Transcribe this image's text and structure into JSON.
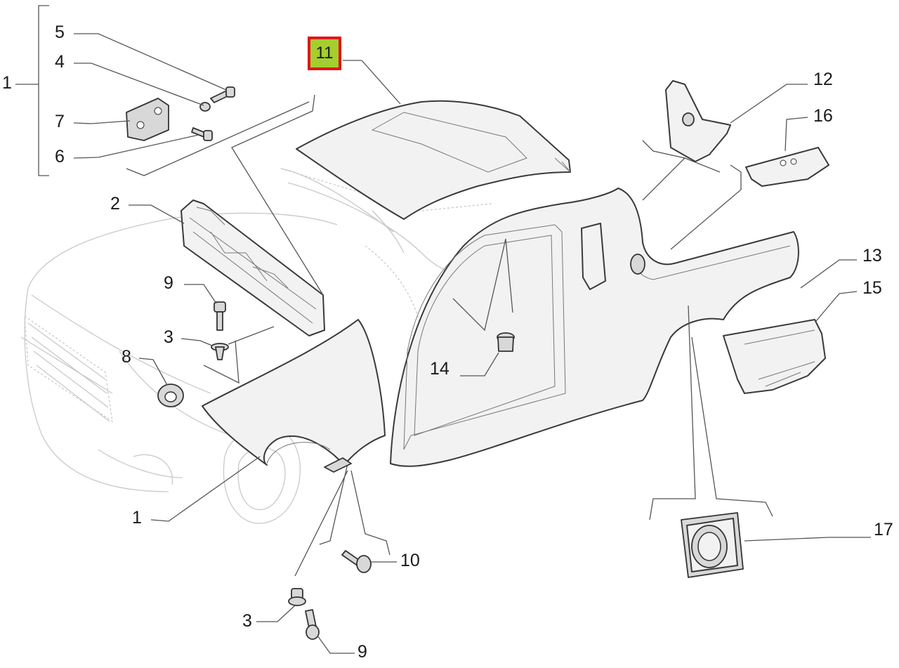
{
  "diagram": {
    "highlighted_label": "11",
    "labels": {
      "l1_top": "1",
      "l5": "5",
      "l4": "4",
      "l7": "7",
      "l6": "6",
      "l2": "2",
      "l9_a": "9",
      "l3_a": "3",
      "l8": "8",
      "l1_bottom": "1",
      "l12": "12",
      "l16": "16",
      "l13": "13",
      "l15": "15",
      "l14": "14",
      "l10": "10",
      "l3_b": "3",
      "l9_b": "9",
      "l17": "17"
    },
    "colors": {
      "highlight_fill": "#a4cf2f",
      "highlight_border": "#e0161b"
    }
  }
}
